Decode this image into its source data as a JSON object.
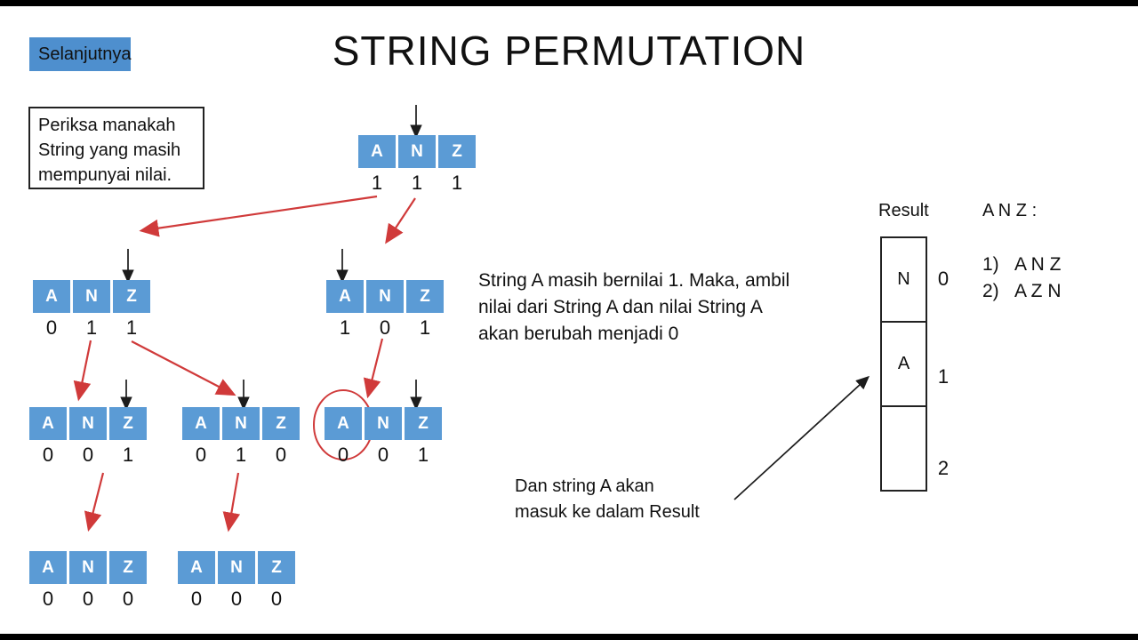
{
  "slide": {
    "title": "STRING PERMUTATION",
    "next_button": "Selanjutnya"
  },
  "colors": {
    "accent_blue": "#5b9bd5",
    "button_blue": "#4e8fce",
    "arrow_red": "#d03a3a",
    "text_black": "#1c1c1c"
  },
  "note_box": {
    "lines": [
      "Periksa manakah",
      "String yang masih",
      "mempunyai nilai."
    ]
  },
  "explanation": {
    "lines": [
      "String A masih bernilai 1. Maka, ambil",
      "nilai dari String A dan nilai String A",
      "akan berubah menjadi 0"
    ]
  },
  "result_note": {
    "lines": [
      "Dan string A akan",
      "masuk ke dalam Result"
    ]
  },
  "tree": {
    "root": {
      "letters": [
        "A",
        "N",
        "Z"
      ],
      "values": [
        "1",
        "1",
        "1"
      ]
    },
    "l2_left": {
      "letters": [
        "A",
        "N",
        "Z"
      ],
      "values": [
        "0",
        "1",
        "1"
      ]
    },
    "l2_right": {
      "letters": [
        "A",
        "N",
        "Z"
      ],
      "values": [
        "1",
        "0",
        "1"
      ]
    },
    "l3_first": {
      "letters": [
        "A",
        "N",
        "Z"
      ],
      "values": [
        "0",
        "0",
        "1"
      ]
    },
    "l3_second": {
      "letters": [
        "A",
        "N",
        "Z"
      ],
      "values": [
        "0",
        "1",
        "0"
      ]
    },
    "l3_third": {
      "letters": [
        "A",
        "N",
        "Z"
      ],
      "values": [
        "0",
        "0",
        "1"
      ]
    },
    "l4_first": {
      "letters": [
        "A",
        "N",
        "Z"
      ],
      "values": [
        "0",
        "0",
        "0"
      ]
    },
    "l4_second": {
      "letters": [
        "A",
        "N",
        "Z"
      ],
      "values": [
        "0",
        "0",
        "0"
      ]
    }
  },
  "result_panel": {
    "label": "Result",
    "cells": [
      {
        "letter": "N",
        "index": "0"
      },
      {
        "letter": "A",
        "index": "1"
      },
      {
        "letter": "",
        "index": "2"
      }
    ],
    "list_title": "A N Z :",
    "list_items": [
      {
        "num": "1)",
        "text": "A N Z"
      },
      {
        "num": "2)",
        "text": "A Z N"
      }
    ]
  }
}
